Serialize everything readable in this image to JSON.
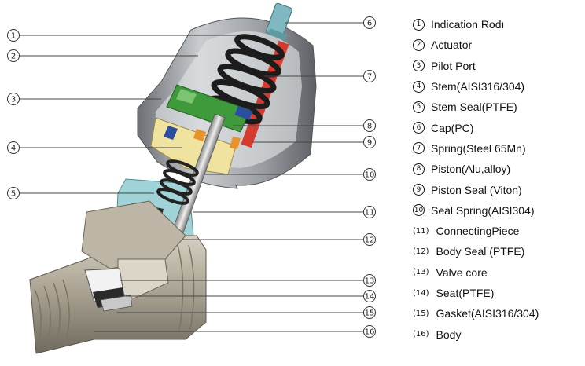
{
  "parts": [
    {
      "num": "1",
      "label": "Indication Rodı"
    },
    {
      "num": "2",
      "label": "Actuator"
    },
    {
      "num": "3",
      "label": "Pilot  Port"
    },
    {
      "num": "4",
      "label": "Stem(AISI316/304)"
    },
    {
      "num": "5",
      "label": "Stem Seal(PTFE)"
    },
    {
      "num": "6",
      "label": "Cap(PC)"
    },
    {
      "num": "7",
      "label": "Spring(Steel 65Mn)"
    },
    {
      "num": "8",
      "label": "Piston(Alu,alloy)"
    },
    {
      "num": "9",
      "label": "Piston Seal (Viton)"
    },
    {
      "num": "10",
      "label": "Seal Spring(AISI304)"
    },
    {
      "num": "11",
      "label": "ConnectingPiece"
    },
    {
      "num": "12",
      "label": "Body Seal (PTFE)"
    },
    {
      "num": "13",
      "label": "Valve core"
    },
    {
      "num": "14",
      "label": "Seat(PTFE)"
    },
    {
      "num": "15",
      "label": "Gasket(AISI316/304)"
    },
    {
      "num": "16",
      "label": "Body"
    }
  ],
  "legend_styles": [
    "circle",
    "circle",
    "circle",
    "circle",
    "circle",
    "circle",
    "circle",
    "circle",
    "circle",
    "circle",
    "paren",
    "paren",
    "paren",
    "paren",
    "paren",
    "paren"
  ],
  "colors": {
    "actuator_shell": "#8e9296",
    "spring": "#1f1f1f",
    "indication_rod": "#d63a2e",
    "cap": "#7fb8c0",
    "piston": "#3f9a3c",
    "cap_base": "#f0e3a0",
    "connecting_piece": "#9fd3d8",
    "body": "#b8b2a2"
  }
}
